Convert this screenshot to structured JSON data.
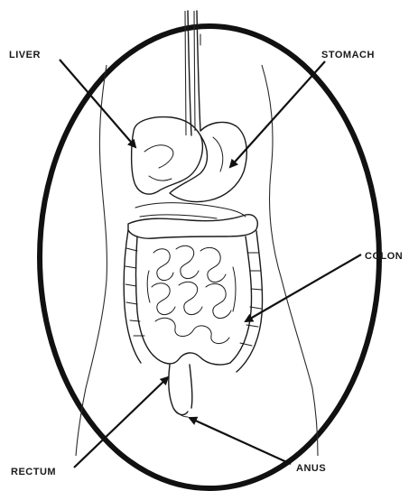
{
  "labels": {
    "liver": "LIVER",
    "stomach": "STOMACH",
    "colon": "COLON",
    "rectum": "RECTUM",
    "anus": "ANUS"
  },
  "colors": {
    "ink": "#111111",
    "background": "#ffffff"
  }
}
